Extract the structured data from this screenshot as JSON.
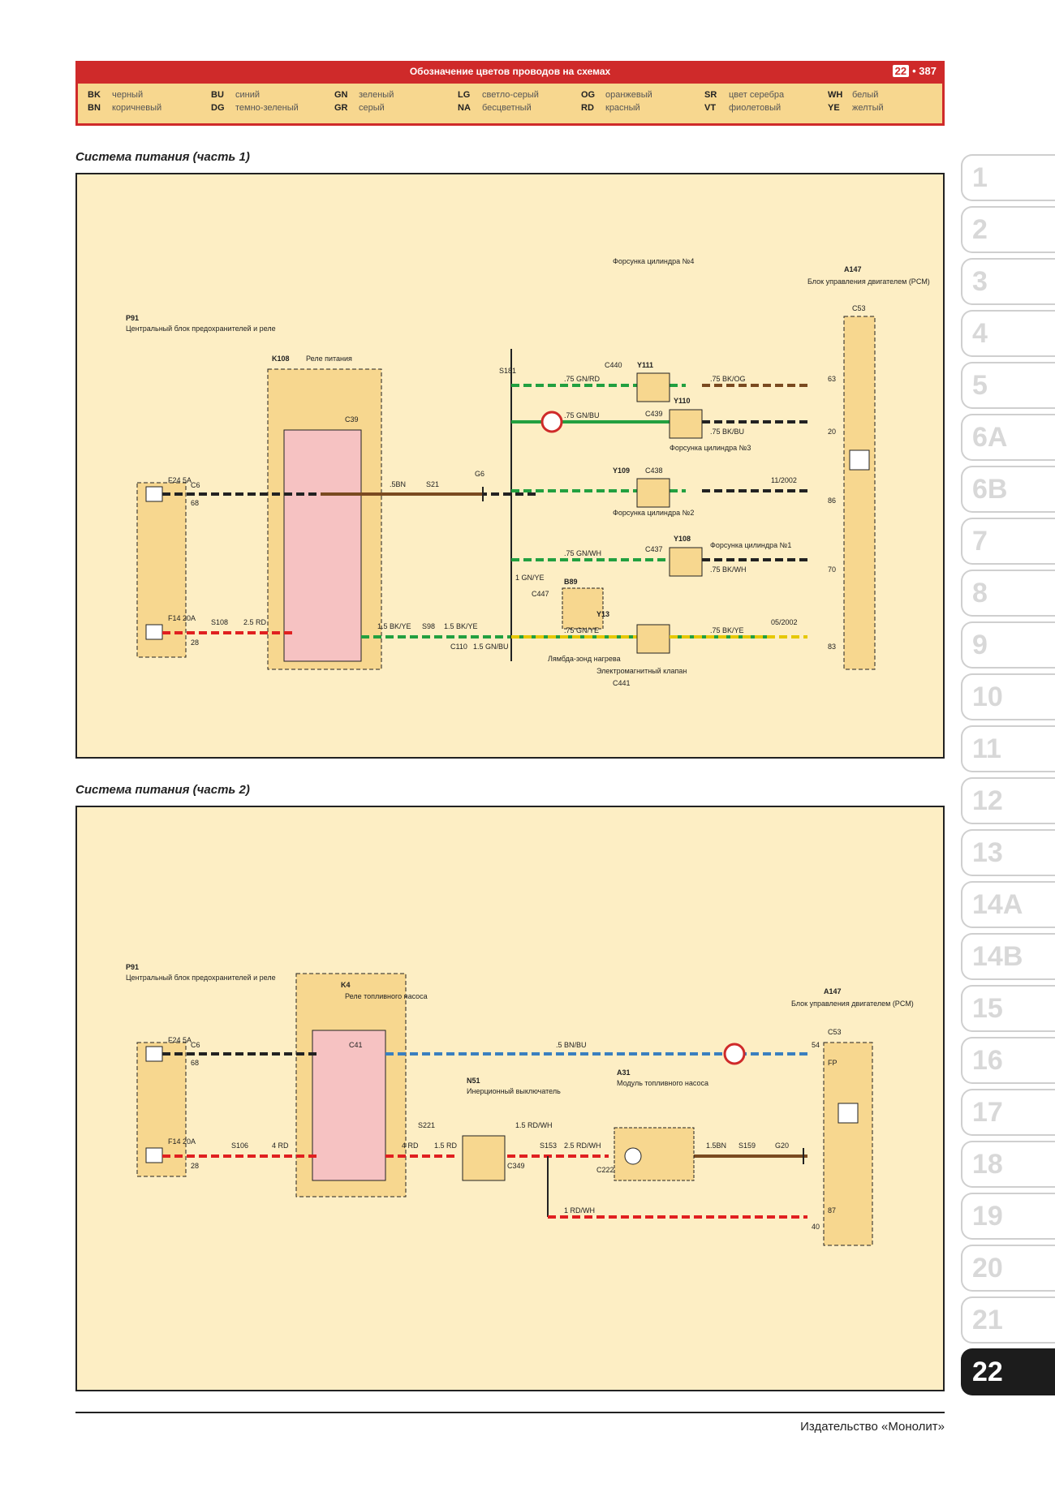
{
  "header": {
    "title": "Обозначение цветов проводов на схемах",
    "chapter_badge": "22",
    "page_number": "• 387"
  },
  "legend": [
    {
      "code": "BK",
      "name": "черный"
    },
    {
      "code": "BN",
      "name": "коричневый"
    },
    {
      "code": "BU",
      "name": "синий"
    },
    {
      "code": "DG",
      "name": "темно-зеленый"
    },
    {
      "code": "GN",
      "name": "зеленый"
    },
    {
      "code": "GR",
      "name": "серый"
    },
    {
      "code": "LG",
      "name": "светло-серый"
    },
    {
      "code": "NA",
      "name": "бесцветный"
    },
    {
      "code": "OG",
      "name": "оранжевый"
    },
    {
      "code": "RD",
      "name": "красный"
    },
    {
      "code": "SR",
      "name": "цвет серебра"
    },
    {
      "code": "VT",
      "name": "фиолетовый"
    },
    {
      "code": "WH",
      "name": "белый"
    },
    {
      "code": "YE",
      "name": "желтый"
    }
  ],
  "section1": {
    "title": "Система питания (часть 1)",
    "labels": {
      "p91": "P91",
      "p91_desc": "Центральный блок предохранителей и реле",
      "f24": "F24 5A",
      "f14": "F14 20A",
      "c6": "C6",
      "pin68": "68",
      "pin28": "28",
      "s108": "S108",
      "w25rd": "2.5 RD",
      "k108": "K108",
      "k108_desc": "Реле питания",
      "c39": "C39",
      "w5bn": ".5BN",
      "s21": "S21",
      "g6": "G6",
      "w15bkye_a": "1.5 BK/YE",
      "s98": "S98",
      "w15bkye_b": "1.5 BK/YE",
      "c110": "C110",
      "w15gnbu": "1.5 GN/BU",
      "s181": "S181",
      "w1gnye": "1 GN/YE",
      "c447": "C447",
      "b89": "B89",
      "b89_desc": "Лямбда-зонд нагрева",
      "y13": "Y13",
      "y13_desc": "Электромагнитный клапан",
      "c441": "C441",
      "y108": "Y108",
      "y108_desc": "Форсунка цилиндра №1",
      "c437": "C437",
      "y109": "Y109",
      "y109_desc": "Форсунка цилиндра №2",
      "c438": "C438",
      "y110": "Y110",
      "y110_desc": "Форсунка цилиндра №3",
      "c439": "C439",
      "y111": "Y111",
      "y111_desc": "Форсунка цилиндра №4",
      "c440": "C440",
      "w75gnye": ".75 GN/YE",
      "w75gnwh": ".75 GN/WH",
      "w75gnbu": ".75 GN/BU",
      "w75gnrd": ".75 GN/RD",
      "w75bkye": ".75 BK/YE",
      "w75bkwh": ".75 BK/WH",
      "w75bkbu": ".75 BK/BU",
      "w75bkog": ".75 BK/OG",
      "a147": "A147",
      "a147_desc": "Блок управления двигателем (PCM)",
      "c53": "C53",
      "pin83": "83",
      "pin70": "70",
      "pin86": "86",
      "pin20": "20",
      "pin63": "63",
      "date1": "11/2002",
      "date2": "05/2002"
    }
  },
  "section2": {
    "title": "Система питания (часть 2)",
    "labels": {
      "p91": "P91",
      "p91_desc": "Центральный блок предохранителей и реле",
      "f24": "F24 5A",
      "f14": "F14 20A",
      "c6": "C6",
      "pin68": "68",
      "pin28": "28",
      "s106": "S106",
      "w4rd": "4 RD",
      "k4": "K4",
      "k4_desc": "Реле топливного насоса",
      "c41": "C41",
      "w5bnbu": ".5 BN/BU",
      "n51": "N51",
      "n51_desc": "Инерционный выключатель",
      "s221": "S221",
      "w4rd_b": "4 RD",
      "w15rd": "1.5 RD",
      "c349": "C349",
      "s153": "S153",
      "w15rdwh": "1.5 RD/WH",
      "w25rdwh": "2.5 RD/WH",
      "w1rdwh": "1 RD/WH",
      "c222": "C222",
      "a31": "A31",
      "a31_desc": "Модуль топливного насоса",
      "w15bn": "1.5BN",
      "s159": "S159",
      "g20": "G20",
      "a147": "A147",
      "a147_desc": "Блок управления двигателем (PCM)",
      "c53": "C53",
      "pin54": "54",
      "pin87": "87",
      "pin40": "40",
      "pinFP": "FP"
    }
  },
  "tabs": [
    "1",
    "2",
    "3",
    "4",
    "5",
    "6A",
    "6B",
    "7",
    "8",
    "9",
    "10",
    "11",
    "12",
    "13",
    "14A",
    "14B",
    "15",
    "16",
    "17",
    "18",
    "19",
    "20",
    "21",
    "22"
  ],
  "active_tab": "22",
  "footer": "Издательство «Монолит»",
  "colors": {
    "header_red": "#cf2a2a",
    "legend_bg": "#f7d78f",
    "diagram_bg": "#fdeec4",
    "wire_red": "#e02020",
    "wire_green": "#22a040",
    "wire_black": "#222222",
    "wire_brown": "#7a4a20",
    "wire_yellow": "#e6c800"
  }
}
